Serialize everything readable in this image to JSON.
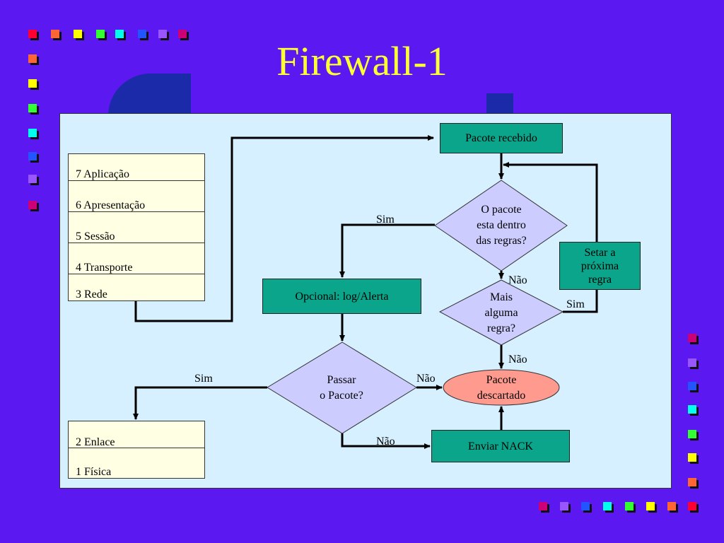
{
  "title": "Firewall-1",
  "osi_top": [
    "7    Aplicação",
    "6   Apresentação",
    "5   Sessão",
    "4   Transporte",
    "3   Rede"
  ],
  "osi_bottom": [
    "2   Enlace",
    "1   Física"
  ],
  "nodes": {
    "pacote_recebido": "Pacote recebido",
    "dentro_regras": [
      "O pacote",
      "esta dentro",
      "das regras?"
    ],
    "mais_regra": [
      "Mais",
      "alguma",
      "regra?"
    ],
    "setar_proxima": [
      "Setar a",
      "próxima",
      "regra"
    ],
    "opcional_log": "Opcional: log/Alerta",
    "passar_pacote": [
      "Passar",
      "o Pacote?"
    ],
    "pacote_descartado": [
      "Pacote",
      "descartado"
    ],
    "enviar_nack": "Enviar NACK"
  },
  "edge_labels": {
    "sim_regras": "Sim",
    "nao_regras": "Não",
    "sim_mais": "Sim",
    "nao_mais": "Não",
    "sim_passar": "Sim",
    "nao_passar_right": "Não",
    "nao_passar_down": "Não"
  },
  "colors": {
    "background": "#5b18f0",
    "title": "#ffff33",
    "panel": "#d6f0ff",
    "process_box": "#0aa58a",
    "decision": "#ccccff",
    "terminal": "#ff9a8f",
    "osi_stack": "#ffffe4"
  }
}
